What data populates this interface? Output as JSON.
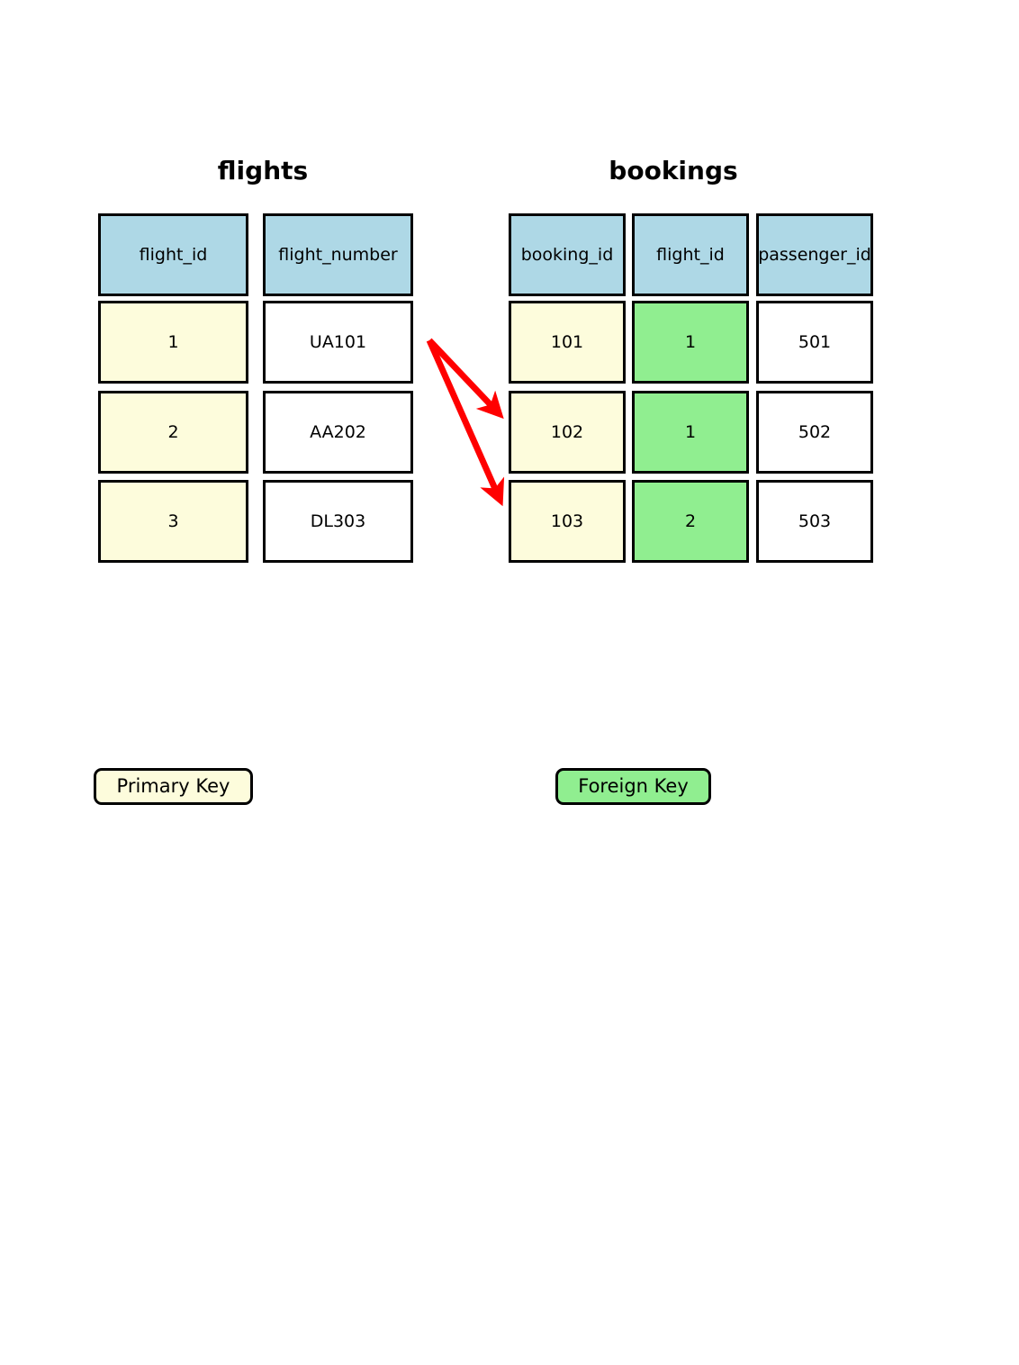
{
  "diagram": {
    "type": "database-relationship-diagram",
    "background_color": "#ffffff",
    "colors": {
      "header": "#aed8e6",
      "primary_key": "#fdfcdc",
      "foreign_key": "#90ee90",
      "plain": "#ffffff",
      "border": "#000000",
      "arrow": "#ff0000"
    }
  },
  "tables": [
    {
      "name": "flights",
      "title": "flights",
      "columns": [
        {
          "header": "flight_id",
          "key_type": "primary"
        },
        {
          "header": "flight_number",
          "key_type": "none"
        }
      ],
      "rows": [
        {
          "flight_id": "1",
          "flight_number": "UA101"
        },
        {
          "flight_id": "2",
          "flight_number": "AA202"
        },
        {
          "flight_id": "3",
          "flight_number": "DL303"
        }
      ]
    },
    {
      "name": "bookings",
      "title": "bookings",
      "columns": [
        {
          "header": "booking_id",
          "key_type": "primary"
        },
        {
          "header": "flight_id",
          "key_type": "foreign"
        },
        {
          "header": "passenger_id",
          "key_type": "none"
        }
      ],
      "rows": [
        {
          "booking_id": "101",
          "flight_id": "1",
          "passenger_id": "501"
        },
        {
          "booking_id": "102",
          "flight_id": "1",
          "passenger_id": "502"
        },
        {
          "booking_id": "103",
          "flight_id": "2",
          "passenger_id": "503"
        }
      ]
    }
  ],
  "relationships": [
    {
      "from_table": "flights",
      "from_row": "1",
      "to_table": "bookings",
      "to_row": "102",
      "color": "#ff0000"
    },
    {
      "from_table": "flights",
      "from_row": "1",
      "to_table": "bookings",
      "to_row": "103",
      "color": "#ff0000"
    }
  ],
  "legend": {
    "primary_key": {
      "label": "Primary Key",
      "color": "#fdfcdc"
    },
    "foreign_key": {
      "label": "Foreign Key",
      "color": "#90ee90"
    }
  }
}
